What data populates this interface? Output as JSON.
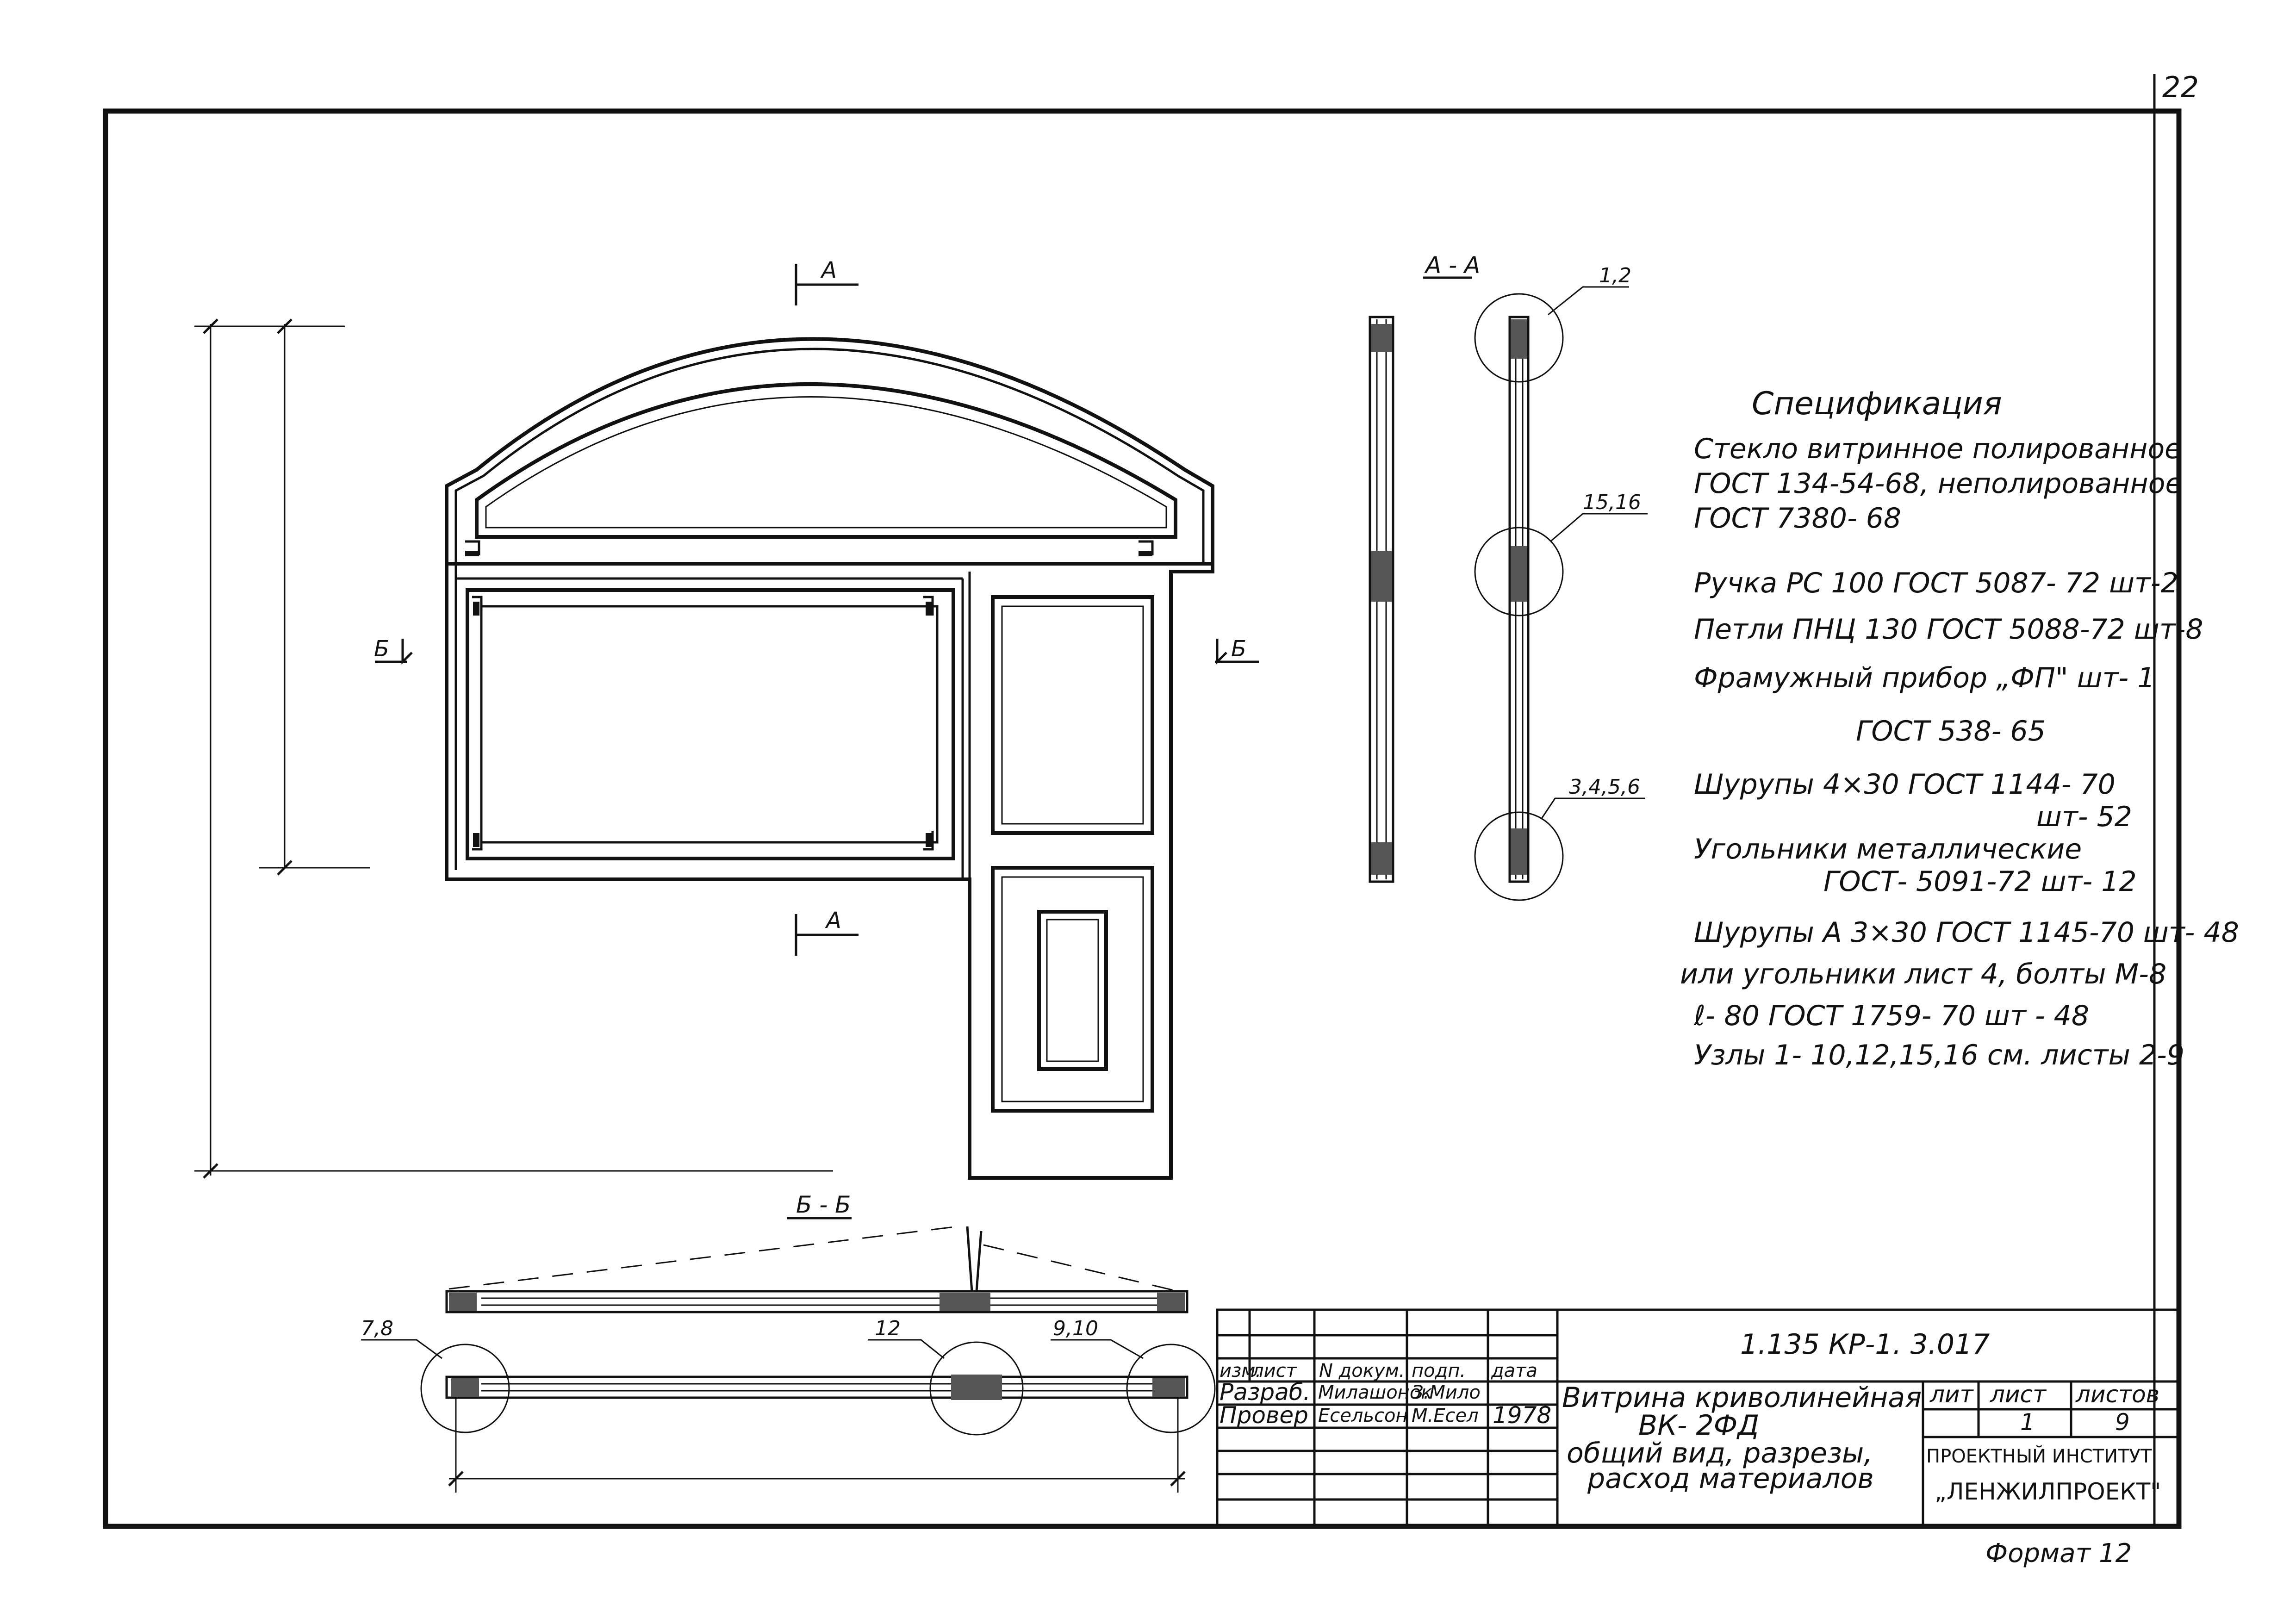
{
  "sheet": {
    "page_number": "22",
    "format_label": "Формат 12"
  },
  "views": {
    "section_a_marker_top": "А",
    "section_a_marker_bottom": "А",
    "section_b_marker_left": "Б",
    "section_b_marker_right": "Б",
    "section_a_title": "А - А",
    "section_b_title": "Б - Б",
    "callouts_a": [
      "1,2",
      "15,16",
      "3,4,5,6"
    ],
    "callouts_b": [
      "7,8",
      "12",
      "9,10"
    ]
  },
  "specification": {
    "title": "Спецификация",
    "lines": [
      "Стекло витринное полированное",
      "ГОСТ 134-54-68, неполированное",
      "ГОСТ 7380- 68",
      "Ручка РС 100  ГОСТ  5087- 72  шт-2",
      "Петли  ПНЦ 130  ГОСТ  5088-72 шт-8",
      "Фрамужный  прибор „ФП\"   шт- 1",
      "ГОСТ  538- 65",
      "Шурупы  4×30  ГОСТ  1144- 70",
      "шт- 52",
      "Угольники  металлические",
      "ГОСТ- 5091-72        шт- 12",
      "Шурупы  А 3×30  ГОСТ  1145-70 шт- 48",
      "или  угольники  лист 4,  болты  М-8",
      "ℓ- 80   ГОСТ    1759- 70    шт - 48",
      "Узлы 1- 10,12,15,16 см. листы  2-9"
    ]
  },
  "title_block": {
    "doc_number": "1.135  КР-1. 3.017",
    "headers": [
      "изм.",
      "лист",
      "N докум.",
      "подп.",
      "дата"
    ],
    "rows": [
      {
        "role": "Разраб.",
        "name": "Милашонок",
        "sign": "З.Мило"
      },
      {
        "role": "Провер",
        "name": "Есельсон",
        "sign": "М.Есел",
        "date": "1978"
      }
    ],
    "title_lines": [
      "Витрина  криволинейная",
      "ВК- 2ФД",
      "общий  вид,  разрезы,",
      "расход  материалов"
    ],
    "lit_label": "лит",
    "sheet_label": "лист",
    "sheets_label": "листов",
    "sheet_value": "1",
    "sheets_value": "9",
    "org_line1": "ПРОЕКТНЫЙ  ИНСТИТУТ",
    "org_line2": "„ЛЕНЖИЛПРОЕКТ\""
  }
}
